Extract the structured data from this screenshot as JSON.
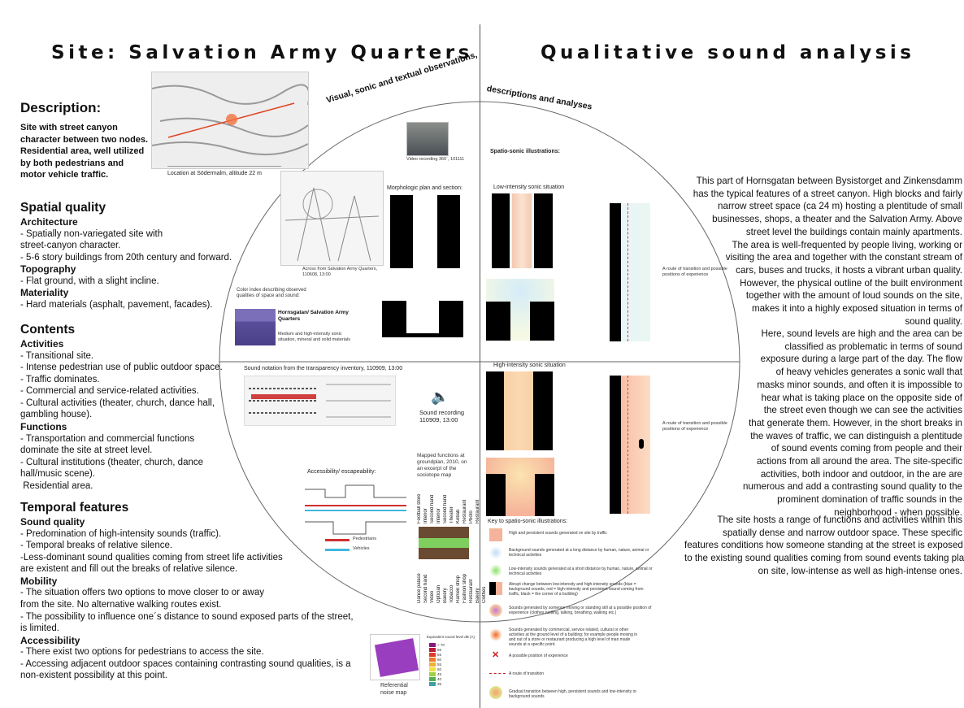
{
  "left_title": "Site: Salvation Army Quarters",
  "right_title": "Qualitative sound analysis",
  "arc_left": "Visual, sonic and textual observations,",
  "arc_right": "descriptions and analyses",
  "description": {
    "title": "Description:",
    "text": "Site with street canyon character between two nodes. Residential area, well utilized by both pedestrians and motor vehicle traffic."
  },
  "location_caption": "Location at Södermalm, altitude 22 m",
  "spatial": {
    "title": "Spatial quality",
    "architecture_title": "Architecture",
    "architecture_lines": [
      "- Spatially non-variegated site with",
      "street-canyon character.",
      "- 5-6 story buildings from 20th century and forward."
    ],
    "topography_title": "Topography",
    "topography_lines": [
      "- Flat ground, with a slight incline."
    ],
    "materiality_title": "Materiality",
    "materiality_lines": [
      "-  Hard materials (asphalt, pavement, facades)."
    ]
  },
  "contents": {
    "title": "Contents",
    "activities_title": "Activities",
    "activities_lines": [
      "- Transitional site.",
      "- Intense pedestrian use of public outdoor space.",
      "- Traffic dominates.",
      "- Commercial and service-related activities.",
      "- Cultural activities (theater, church, dance hall,",
      "gambling house)."
    ],
    "functions_title": "Functions",
    "functions_lines": [
      "- Transportation and commercial functions",
      "dominate the site at street level.",
      "- Cultural institutions (theater, church, dance",
      "hall/music scene).",
      " Residential area."
    ]
  },
  "temporal": {
    "title": "Temporal features",
    "sound_title": "Sound quality",
    "sound_lines": [
      "- Predomination of high-intensity sounds (traffic).",
      "- Temporal breaks of relative silence.",
      "-Less-dominant sound qualities coming from street life activities",
      "are existent and fill out the breaks of relative silence."
    ],
    "mobility_title": "Mobility",
    "mobility_lines": [
      "- The situation offers two options to move closer to or away",
      "from the site. No alternative walking routes exist.",
      "- The possibility to influence one´s distance to sound exposed parts of the street,",
      "is limited."
    ],
    "accessibility_title": "Accessibility",
    "accessibility_lines": [
      "- There exist two options for pedestrians to access the site.",
      "- Accessing adjacent outdoor spaces containing contrasting sound qualities, is a",
      "non-existent possibility at this point."
    ]
  },
  "center": {
    "video_caption": "Video recording 360´, 101111",
    "morph_caption": "Morphologic plan and section:",
    "sketch_caption": "Across from Salvation Army Quarters, 110608, 13:00",
    "color_index_caption": "Color index describing observed qualities of space and sound:",
    "color_index_name": "Hornsgatan/ Salvation Army Quarters",
    "color_index_desc": "Medium and high-intensity sonic situation, mineral and solid materials",
    "notation_caption": "Sound notation from the transparency inventory, 110909, 13:00",
    "sound_recording": "Sound recording 110909, 13:00",
    "access_caption": "Accessibility/ escapeability:",
    "legend_pedestrians": "Pedestrians",
    "legend_vehicles": "Vehicles",
    "mapped_caption": "Mapped functions at groundplan, 2010, on an excerpt of the sociotope map",
    "functions_top": [
      "Football store",
      "Interior",
      "Second hand",
      "Interior",
      "Second hand",
      "Theater",
      "Kebab",
      "Restaurant",
      "Photo",
      "Restaurant"
    ],
    "functions_bottom": [
      "Dance palace",
      "Second hand",
      "Video",
      "Optician",
      "Bakery",
      "Tobacco",
      "Ramen shop",
      "Fashion shop",
      "Restaurant",
      "Bakery",
      "Clothes"
    ],
    "noise_caption": "Referential noise map",
    "noise_legend_title": "Equivalent sound level dB (A)",
    "noise_levels": [
      "> 70",
      "66",
      "65",
      "60",
      "55",
      "50",
      "45",
      "40",
      "35"
    ],
    "noise_colors": [
      "#8a1a7a",
      "#c01a3a",
      "#e03a2a",
      "#f07a2a",
      "#f0b030",
      "#f0e040",
      "#a0d040",
      "#50b050",
      "#40a0a0"
    ]
  },
  "spatio": {
    "title": "Spatio-sonic illustrations:",
    "low_caption": "Low-intensity sonic situation",
    "high_caption": "High-intensity sonic situation",
    "route_caption_1": "A route of transition and possible positions of experience",
    "route_caption_2": "A route of transition and possible positions of experience",
    "key_title": "Key to spatio-sonic illustrations:",
    "key_items": [
      "High and persistent sounds generated on site by traffic",
      "Background sounds generated at a long distance by human, nature, animal or technical activities",
      "Low-intensity sounds generated at a short distance by human, nature, animal or technical activities",
      "Abrupt change between low-intensity and high-intensity sounds (blue = background sounds, red = high-intensity and persistent sound coming from traffic, black = the corner of a building)",
      "Sounds generated by someone moving or standing still at a possible position of experience (clothes rustling, talking, breathing, walking etc.)",
      "Sounds generated by commercial, service related, cultural or other activities at the ground level of a building: for example people moving in and out of a store or restaurant producing a high level of man made sounds at a specific point.",
      "A possible position of experience",
      "A route of transition",
      "Gradual transition between high, persistent sounds and low-intensity or background sounds"
    ]
  },
  "analysis": {
    "p1": [
      "This part of Hornsgatan between Bysistorget and Zinkensdamm",
      "has the typical features of a street canyon. High blocks and fairly",
      "narrow street space (ca 24 m) hosting a plentitude of small",
      "businesses, shops, a theater and the Salvation Army. Above",
      "street level the buildings contain mainly apartments.",
      "The area is well-frequented by people living, working or",
      "visiting the area and together with the constant stream of",
      "cars, buses and trucks, it hosts a vibrant urban quality.",
      "However, the physical outline of the built environment",
      "together with the amount of loud sounds on the site,",
      "makes it into a highly exposed situation in terms of",
      "sound quality."
    ],
    "p2": [
      "Here, sound levels are high and the area can be",
      "classified as problematic in terms of sound",
      "exposure during a large part of the day. The flow",
      "of heavy vehicles generates a sonic wall that",
      "masks minor sounds, and often it is impossible to",
      "hear what is taking place on the opposite side of",
      "the street even though we can see the activities",
      "that generate them. However, in the short breaks in",
      "the waves of traffic, we can distinguish a plentitude",
      "of sound events coming from people and their",
      "actions from all around the area. The site-specific",
      "activities, both indoor and outdoor, in the are are",
      "numerous and add a contrasting sound quality to the",
      "prominent domination of traffic sounds in the",
      "neighborhood - when possible."
    ],
    "p3": [
      "The site hosts a range of functions and activities within this",
      "spatially dense and narrow outdoor space. These specific",
      "features conditions how someone standing at the street is exposed",
      "to the existing sound qualities coming from sound events taking place",
      "on site, low-intense as well as high-intense ones."
    ]
  }
}
